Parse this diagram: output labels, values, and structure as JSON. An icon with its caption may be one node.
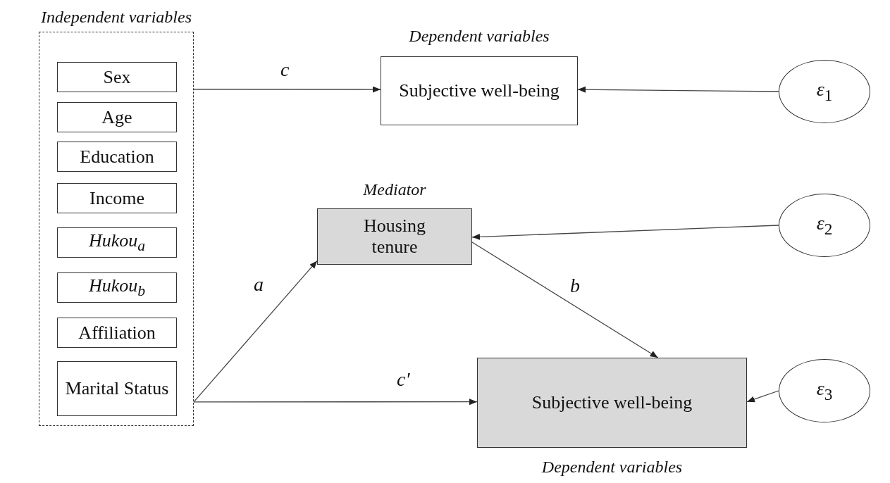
{
  "diagram": {
    "nodes": [
      {
        "text": [
          "Independent variables"
        ]
      },
      {
        "text": [
          "Sex"
        ],
        "in": 0
      },
      {
        "text": [
          "Age"
        ],
        "in": 0
      },
      {
        "text": [
          "Education"
        ],
        "in": 0
      },
      {
        "text": [
          "Income"
        ],
        "in": 0
      },
      {
        "text": [
          "Hukou$_{a}$"
        ],
        "in": 0
      },
      {
        "text": [
          "Hukou$_{b}$"
        ],
        "in": 0
      },
      {
        "text": [
          "Affiliation"
        ],
        "in": 0
      },
      {
        "text": [
          "Marital Status"
        ],
        "in": 0
      },
      {
        "text": [
          "Dependent variables",
          "Subjective well-being"
        ]
      },
      {
        "text": [
          "*ε*$_{1}$"
        ]
      },
      {
        "text": [
          "Mediator",
          "Housing tenure"
        ]
      },
      {
        "text": [
          "*ε*$_{2}$"
        ]
      },
      {
        "text": [
          "Subjective well-being",
          "Dependent variables"
        ]
      },
      {
        "text": [
          "*ε*$_{3}$"
        ]
      }
    ],
    "edges": [
      {
        "from": 0,
        "to": 9,
        "arrow": "to",
        "label": "c"
      },
      {
        "from": 10,
        "to": 9,
        "arrow": "to"
      },
      {
        "from": 0,
        "to": 11,
        "arrow": "to",
        "label": "a"
      },
      {
        "from": 12,
        "to": 11,
        "arrow": "to"
      },
      {
        "from": 11,
        "to": 13,
        "arrow": "to",
        "label": "b"
      },
      {
        "from": 0,
        "to": 13,
        "arrow": "to",
        "label": "c′"
      },
      {
        "from": 14,
        "to": 13,
        "arrow": "to"
      }
    ]
  }
}
